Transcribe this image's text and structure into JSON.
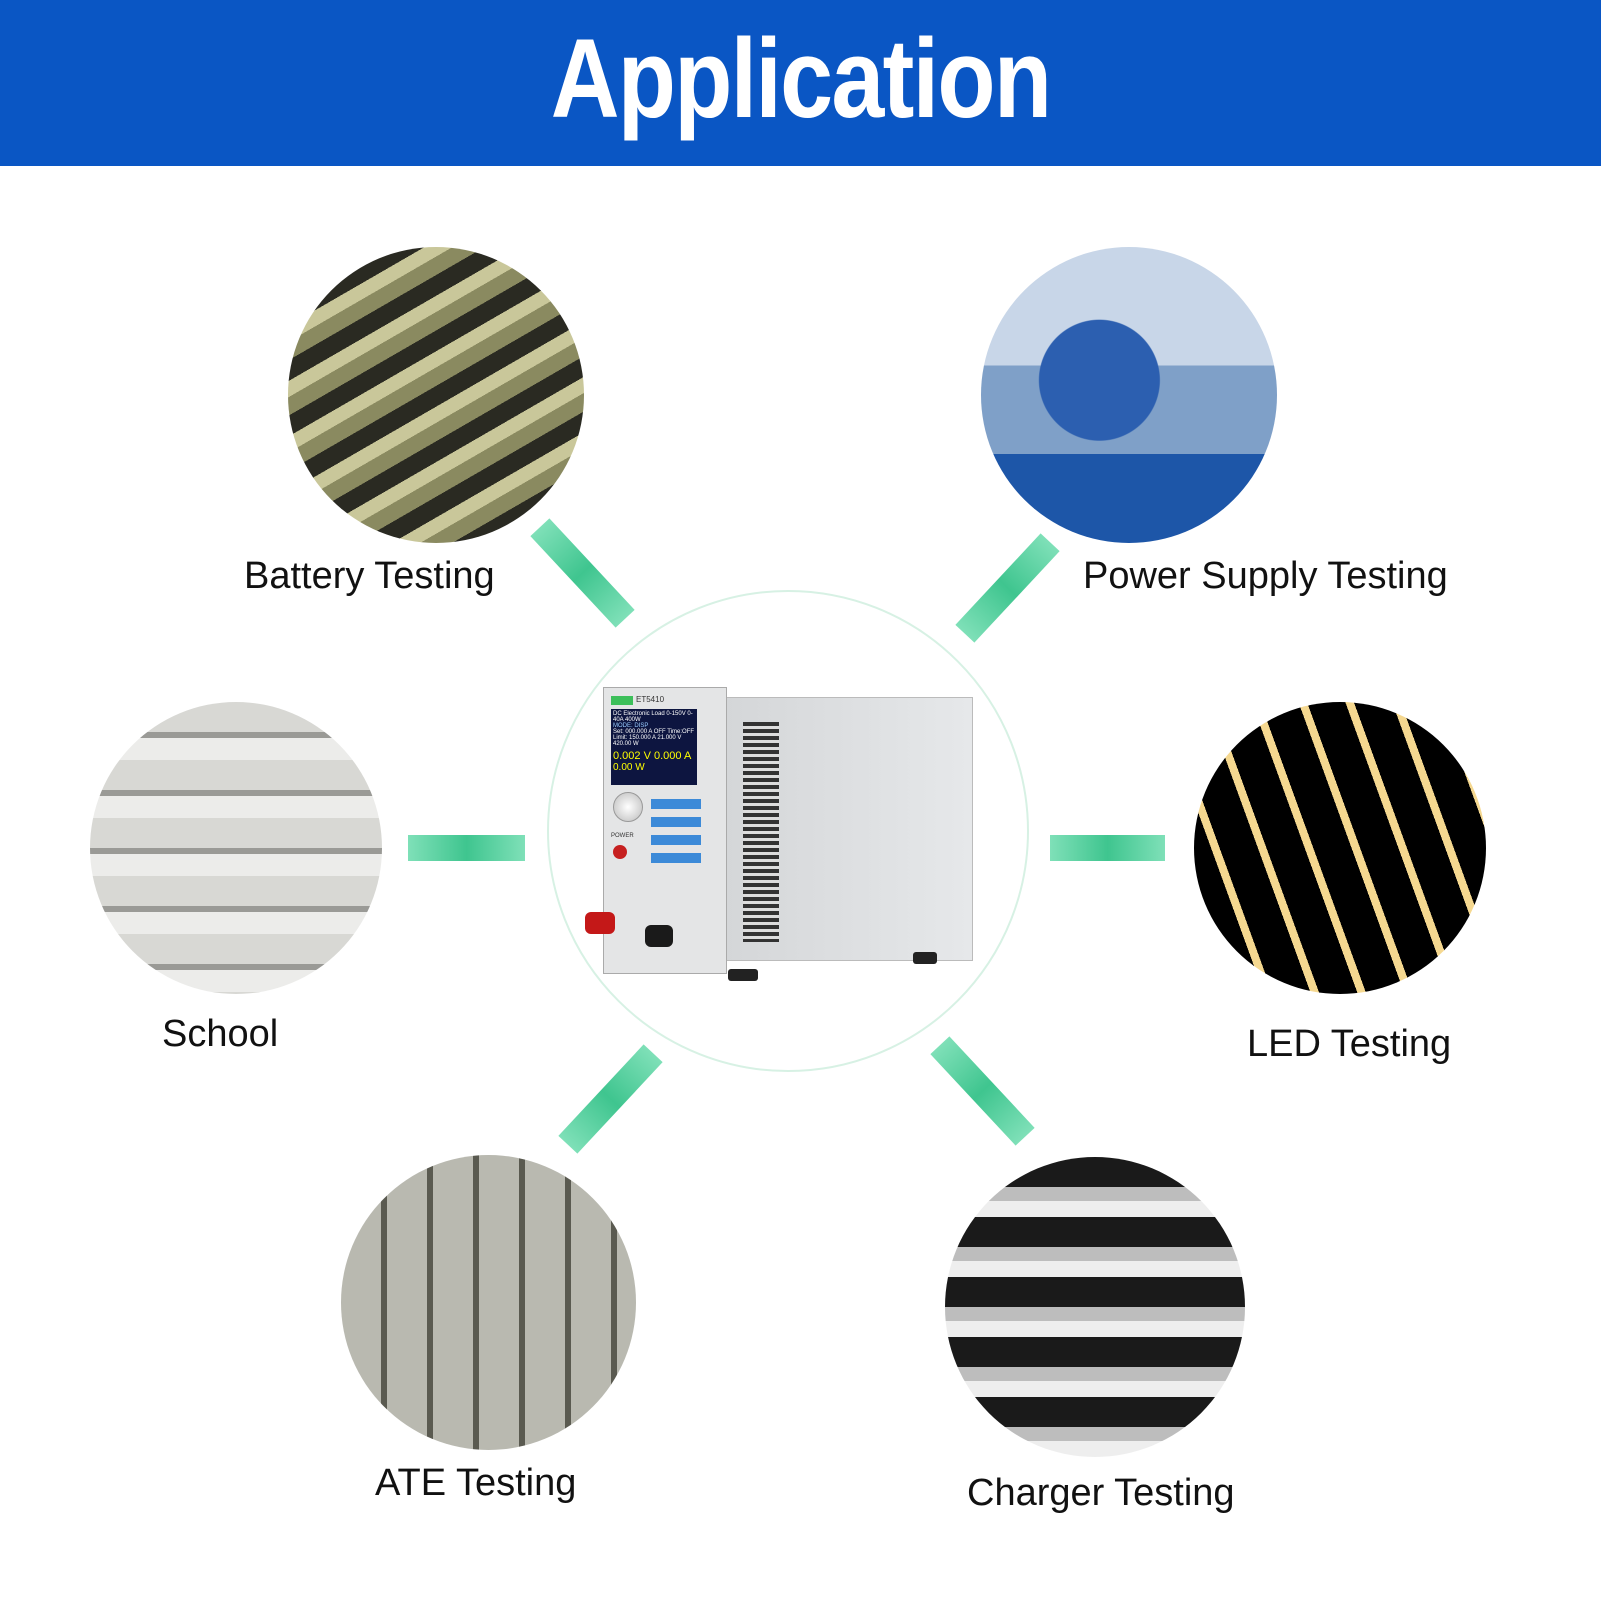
{
  "header": {
    "title": "Application"
  },
  "applications": [
    {
      "label": "Battery Testing"
    },
    {
      "label": "Power Supply Testing"
    },
    {
      "label": "School"
    },
    {
      "label": "LED Testing"
    },
    {
      "label": "ATE Testing"
    },
    {
      "label": "Charger Testing"
    }
  ],
  "device": {
    "model": "ET5410",
    "header_line": "DC Electronic Load 0-150V 0-40A 400W",
    "mode_line": "MODE: DISP",
    "set_line": "Set: 000.000 A OFF  Time:OFF",
    "limit_line": "Limit: 150.000 A 21.000 V 420.00 W",
    "voltage": "0.002 V",
    "current": "0.000 A",
    "power": "0.00 W",
    "power_label": "POWER"
  },
  "colors": {
    "banner": "#0a56c4",
    "connector": "#3fc58f"
  }
}
